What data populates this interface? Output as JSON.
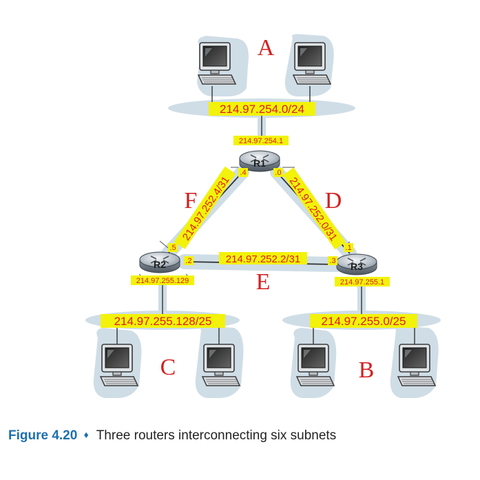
{
  "colors": {
    "highlight": "#f2f20a",
    "subnet_text": "#e01a1a",
    "letter": "#d42020",
    "cloud": "#cfdde6",
    "caption_accent": "#1d6fb0"
  },
  "subnets": {
    "A": {
      "letter": "A",
      "address": "214.97.254.0/24"
    },
    "B": {
      "letter": "B",
      "address": "214.97.255.0/25"
    },
    "C": {
      "letter": "C",
      "address": "214.97.255.128/25"
    },
    "D": {
      "letter": "D",
      "address": "214.97.252.0/31"
    },
    "E": {
      "letter": "E",
      "address": "214.97.252.2/31"
    },
    "F": {
      "letter": "F",
      "address": "214.97.252.4/31"
    }
  },
  "routers": {
    "R1": {
      "label": "R1",
      "iface_lan": "214.97.254.1",
      "iface_f": ".4",
      "iface_d": ".0"
    },
    "R2": {
      "label": "R2",
      "iface_lan": "214.97.255.129",
      "iface_f": ".5",
      "iface_e": ".2"
    },
    "R3": {
      "label": "R3",
      "iface_lan": "214.97.255.1",
      "iface_d": ".1",
      "iface_e": ".3"
    }
  },
  "caption": {
    "figure": "Figure 4.20",
    "symbol": "♦",
    "text": "Three routers interconnecting six subnets"
  }
}
